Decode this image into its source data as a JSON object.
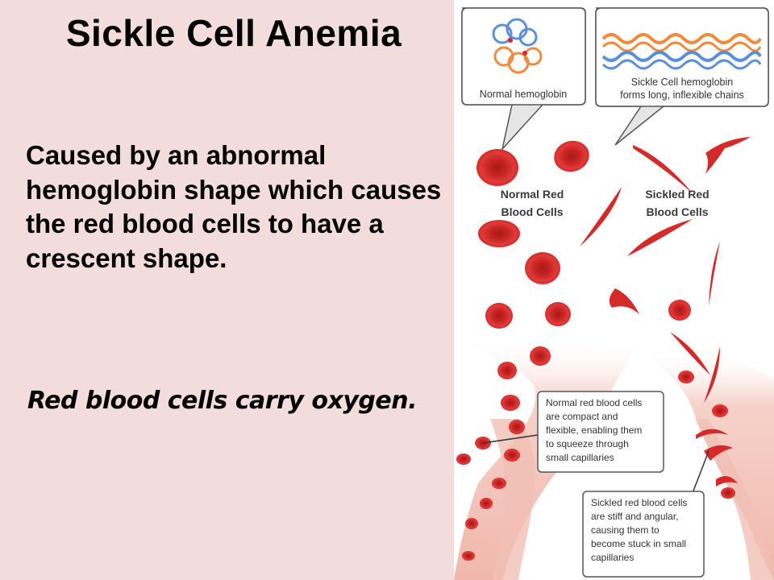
{
  "slide": {
    "title": "Sickle Cell Anemia",
    "body": "Caused by an abnormal hemoglobin shape which causes the red blood cells to have a crescent shape.",
    "note": "Red blood cells carry oxygen."
  },
  "figure": {
    "normal_hemoglobin": "Normal hemoglobin",
    "sickle_hemoglobin_line1": "Sickle Cell hemoglobin",
    "sickle_hemoglobin_line2": "forms long, inflexible chains",
    "normal_cells_line1": "Normal Red",
    "normal_cells_line2": "Blood Cells",
    "sickled_cells_line1": "Sickled Red",
    "sickled_cells_line2": "Blood Cells",
    "normal_callout": [
      "Normal red blood cells",
      "are compact and",
      "flexible, enabling them",
      "to squeeze through",
      "small capillaries"
    ],
    "sickled_callout": [
      "Sickled red blood cells",
      "are stiff and angular,",
      "causing them to",
      "become stuck in small",
      "capillaries"
    ]
  },
  "colors": {
    "background": "#f2dcdc",
    "cell_red": "#d42a2a",
    "cell_dark": "#b51c1c",
    "vessel_pink": "#f3c6bd",
    "hemoglobin_blue": "#5b8fd8",
    "hemoglobin_orange": "#f08a3c"
  }
}
